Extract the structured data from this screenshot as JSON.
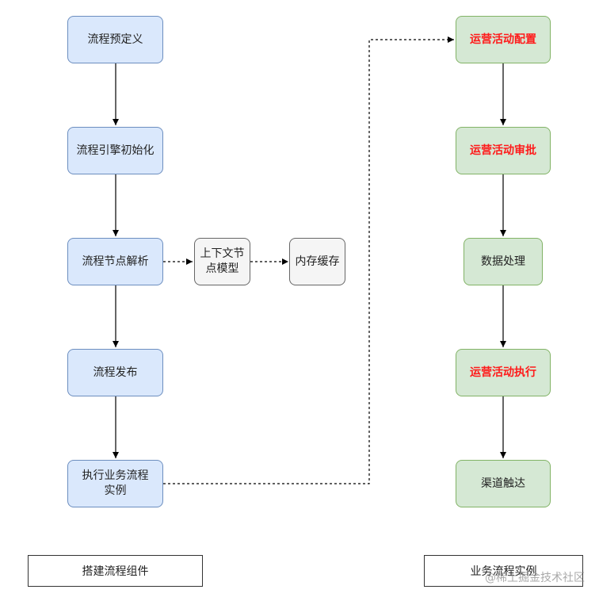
{
  "left_column": {
    "n1": "流程预定义",
    "n2": "流程引擎初始化",
    "n3": "流程节点解析",
    "n4": "流程发布",
    "n5": "执行业务流程实例"
  },
  "middle": {
    "context_model": "上下文节点模型",
    "memory_cache": "内存缓存"
  },
  "right_column": {
    "r1": "运营活动配置",
    "r2": "运营活动审批",
    "r3": "数据处理",
    "r4": "运营活动执行",
    "r5": "渠道触达"
  },
  "captions": {
    "left": "搭建流程组件",
    "right": "业务流程实例"
  },
  "watermark": "@稀土掘金技术社区",
  "colors": {
    "blue_fill": "#dae8fc",
    "green_fill": "#d5e8d4",
    "gray_fill": "#f5f5f5",
    "highlight_text": "#ff1a1a"
  }
}
